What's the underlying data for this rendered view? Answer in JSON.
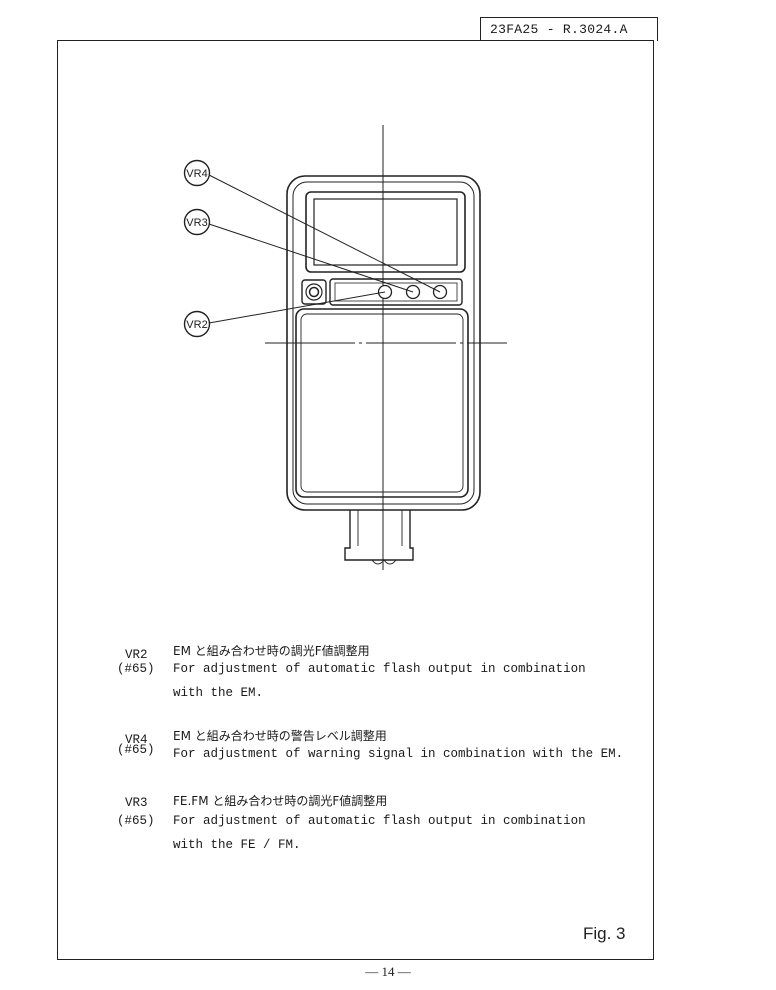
{
  "header": {
    "document_code": "23FA25 - R.3024.A"
  },
  "figure": {
    "labels": [
      "VR4",
      "VR3",
      "VR2"
    ],
    "caption": "Fig. 3"
  },
  "entries": [
    {
      "code": "VR2",
      "ref": "(#65)",
      "japanese": "EM と組み合わせ時の調光F値調整用",
      "english_line1": "For adjustment of automatic flash output in combination",
      "english_line2": "with the EM."
    },
    {
      "code": "VR4",
      "ref": "(#65)",
      "japanese": "EM と組み合わせ時の警告レベル調整用",
      "english_line1": "For adjustment of warning signal in combination with the EM.",
      "english_line2": ""
    },
    {
      "code": "VR3",
      "ref": "(#65)",
      "japanese": "FE.FM と組み合わせ時の調光F値調整用",
      "english_line1": "For adjustment of automatic flash output in combination",
      "english_line2": "with the FE / FM."
    }
  ],
  "footer": {
    "page_number": "— 14 —"
  }
}
